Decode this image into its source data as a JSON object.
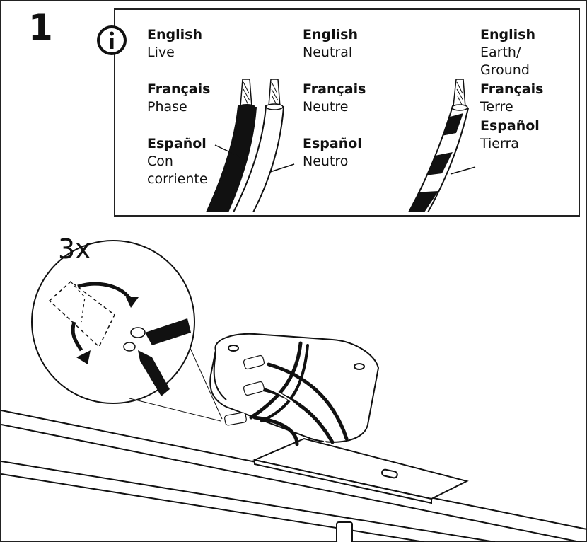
{
  "step": {
    "number": "1"
  },
  "quantity": "3x",
  "icons": [
    "info-icon"
  ],
  "wires": {
    "live": {
      "english_lang": "English",
      "english": "Live",
      "french_lang": "Français",
      "french": "Phase",
      "spanish_lang": "Español",
      "spanish_line1": "Con",
      "spanish_line2": "corriente"
    },
    "neutral": {
      "english_lang": "English",
      "english": "Neutral",
      "french_lang": "Français",
      "french": "Neutre",
      "spanish_lang": "Español",
      "spanish": "Neutro"
    },
    "earth": {
      "english_lang": "English",
      "english_line1": "Earth/",
      "english_line2": "Ground",
      "french_lang": "Français",
      "french": "Terre",
      "spanish_lang": "Español",
      "spanish": "Tierra"
    }
  }
}
